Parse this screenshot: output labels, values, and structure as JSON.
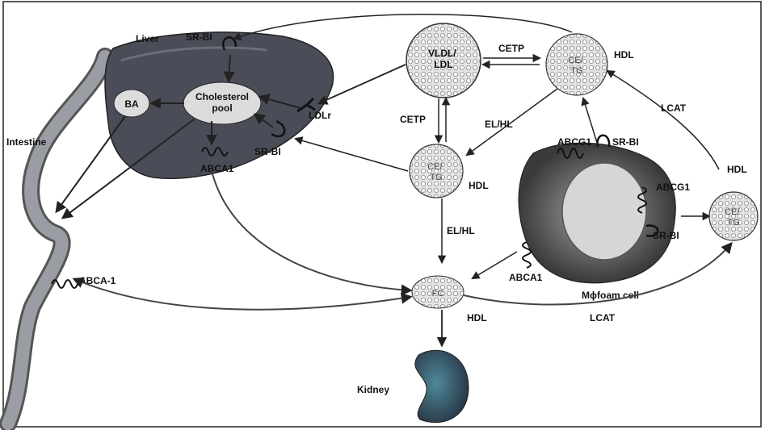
{
  "labels": {
    "liver": "Liver",
    "intestine": "Intestine",
    "kidney": "Kidney",
    "ba": "BA",
    "cholesterol_pool": "Cholesterol\npool",
    "ldlr": "LDLr",
    "sr_bi_liver_top": "SR-BI",
    "sr_bi_liver_bottom": "SR-BI",
    "abca1_liver": "ABCA1",
    "abca1_intestine": "ABCA-1",
    "vldl_ldl": "VLDL/\nLDL",
    "cetp_horizontal": "CETP",
    "cetp_vertical": "CETP",
    "hdl_top": "HDL",
    "hdl_top_inner": "CE/\nTG",
    "el_hl_diagonal": "EL/HL",
    "el_hl_vertical": "EL/HL",
    "hdl_middle": "HDL",
    "hdl_middle_inner": "CE/\nTG",
    "lcat_top": "LCAT",
    "lcat_bottom": "LCAT",
    "abcg1_top": "ABCG1",
    "sr_bi_foam_top": "SR-BI",
    "abcg1_right": "ABCG1",
    "sr_bi_foam_right": "SR-BI",
    "abca1_foam": "ABCA1",
    "foam_cell": "Mϕfoam cell",
    "hdl_right": "HDL",
    "hdl_right_inner": "CE/\nTG",
    "fc": "FC",
    "hdl_fc": "HDL"
  },
  "colors": {
    "outline": "#1a1a1a",
    "liver_fill": "#4a4d57",
    "intestine_fill": "#8a8d94",
    "particle_fill": "#d8d8d8",
    "kidney_fill": "#5a6878",
    "arrow": "#333333"
  }
}
